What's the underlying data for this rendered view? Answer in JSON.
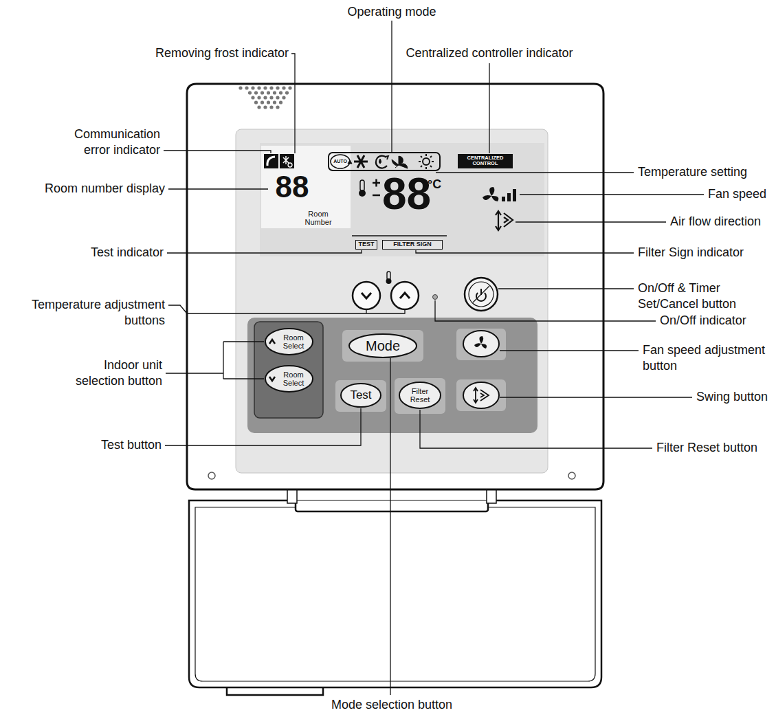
{
  "diagram": {
    "nodes": [
      {
        "text": [
          "CENTRALIZED CONTROL"
        ]
      },
      {
        "text": [
          "TEST"
        ]
      },
      {
        "text": [
          "FILTER SIGN"
        ]
      },
      {
        "text": [
          "Room Select"
        ]
      },
      {
        "text": [
          "Mode"
        ]
      },
      {
        "text": [
          "Room Select"
        ]
      },
      {
        "text": [
          "Test"
        ]
      },
      {
        "text": [
          "Filter Reset"
        ]
      }
    ],
    "labels": [
      "Operating mode",
      "Removing frost indicator",
      "Centralized controller indicator",
      "Communication error indicator",
      "Room number display",
      "Temperature setting",
      "Fan speed",
      "Air flow direction",
      "Test indicator",
      "Filter Sign indicator",
      "On/Off & Timer Set/Cancel button",
      "Temperature adjustment buttons",
      "On/Off indicator",
      "Fan speed adjustment button",
      "Indoor unit selection button",
      "Swing button",
      "Test button",
      "Filter Reset button",
      "Mode selection button",
      "AUTO",
      "88",
      "88",
      "°C",
      "Room Number"
    ]
  }
}
